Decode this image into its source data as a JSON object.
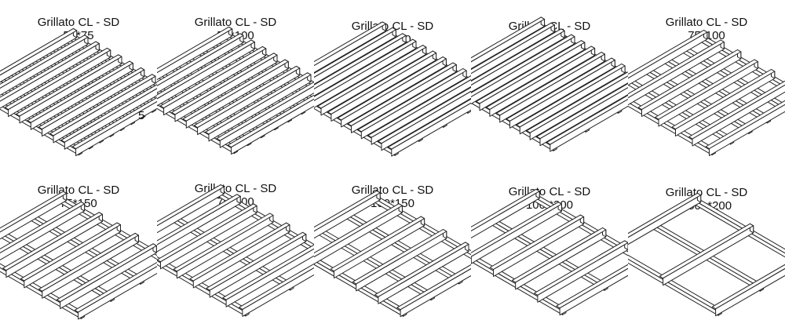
{
  "items": [
    {
      "title": "Grillato CL - SD",
      "dims": "50*75",
      "cols": 10,
      "rows": 10
    },
    {
      "title": "Grillato CL - SD",
      "dims": "50*100",
      "cols": 10,
      "rows": 8
    },
    {
      "title": "Grillato CL - SD",
      "dims": "50*150",
      "cols": 12,
      "rows": 5
    },
    {
      "title": "Grillato CL - SD",
      "dims": "50*200",
      "cols": 12,
      "rows": 4
    },
    {
      "title": "Grillato CL - SD",
      "dims": "75*100",
      "cols": 7,
      "rows": 6
    },
    {
      "title": "Grillato CL - SD",
      "dims": "75*150",
      "cols": 7,
      "rows": 4
    },
    {
      "title": "Grillato CL - SD",
      "dims": "75*200",
      "cols": 8,
      "rows": 3
    },
    {
      "title": "Grillato CL - SD",
      "dims": "100*150",
      "cols": 6,
      "rows": 4
    },
    {
      "title": "Grillato CL - SD",
      "dims": "100 *200",
      "cols": 6,
      "rows": 3
    },
    {
      "title": "Grillato CL - SD",
      "dims": "150  *200",
      "cols": 3,
      "rows": 3
    }
  ],
  "stray_label": "5",
  "colors": {
    "stroke": "#222222",
    "fill": "#ffffff"
  }
}
